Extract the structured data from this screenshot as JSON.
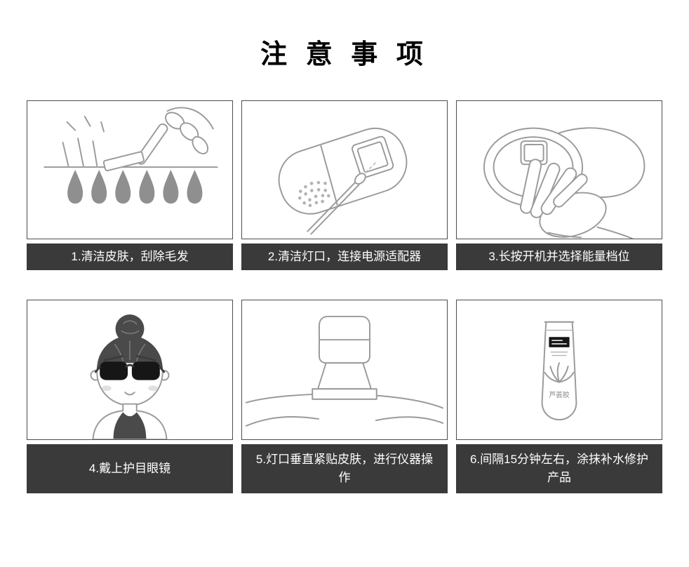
{
  "page": {
    "title": "注 意 事 项",
    "background": "#ffffff"
  },
  "colors": {
    "caption_bar": "#3a3a3a",
    "caption_text": "#ffffff",
    "line_art": "#9a9a9a",
    "panel_border": "#4d4d4d"
  },
  "panels": [
    {
      "step": 1,
      "caption": "1.清洁皮肤，刮除毛发",
      "illustration": "razor-shaving-hair"
    },
    {
      "step": 2,
      "caption": "2.清洁灯口，连接电源适配器",
      "illustration": "cleaning-lamp-port-with-swab"
    },
    {
      "step": 3,
      "caption": "3.长按开机并选择能量档位",
      "illustration": "hand-pressing-power-button"
    },
    {
      "step": 4,
      "caption": "4.戴上护目眼镜",
      "illustration": "girl-wearing-protective-goggles"
    },
    {
      "step": 5,
      "caption": "5.灯口垂直紧贴皮肤，进行仪器操作",
      "illustration": "device-head-on-skin"
    },
    {
      "step": 6,
      "caption": "6.间隔15分钟左右，涂抹补水修护产品",
      "illustration": "aloe-gel-tube",
      "tube_label": "芦荟胶"
    }
  ]
}
